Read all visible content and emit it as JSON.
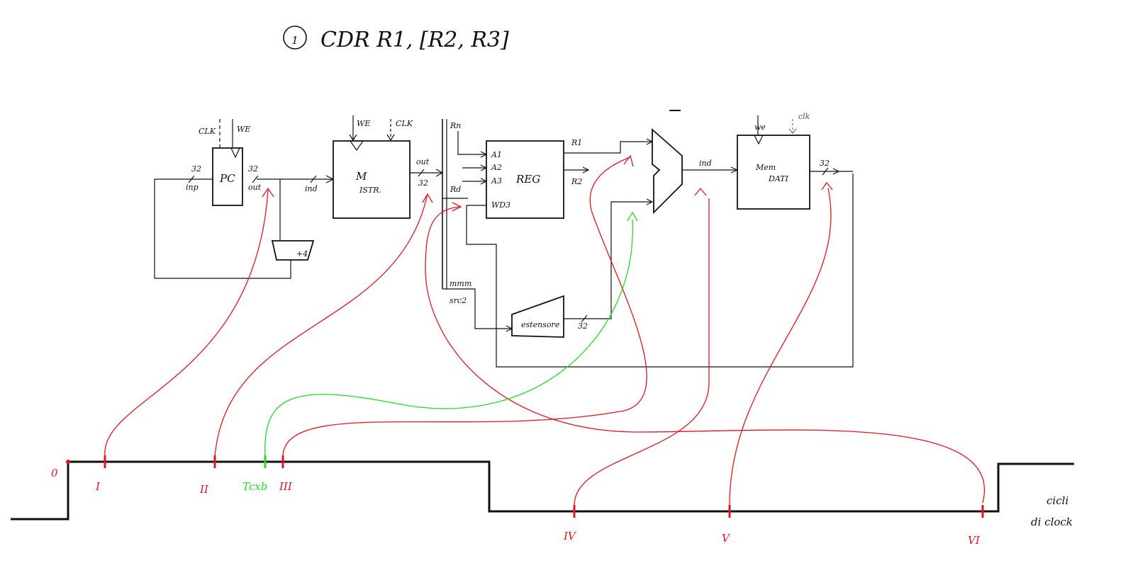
{
  "title": "CDR R1, [R2, R3]",
  "title_number": "1",
  "colors": {
    "ink": "#111111",
    "red": "#e8141b",
    "green": "#22dd22",
    "gray": "#777777"
  },
  "pc": {
    "label": "PC",
    "clk": "CLK",
    "we": "WE",
    "in_width": "32",
    "in_label": "inp",
    "out_width": "32",
    "out_label": "out"
  },
  "adder": {
    "label": "+4"
  },
  "imem": {
    "label": "M",
    "sublabel": "ISTR.",
    "we": "WE",
    "clk": "CLK",
    "ind": "ind",
    "out": "out",
    "out_width": "32"
  },
  "bus": {
    "rn": "Rn",
    "rd": "Rd",
    "src2": "src2",
    "mmm": "mmm"
  },
  "reg": {
    "label": "REG",
    "a1": "A1",
    "a2": "A2",
    "a3": "A3",
    "wd3": "WD3",
    "r1": "R1",
    "r2": "R2"
  },
  "extender": {
    "label": "estensore",
    "out_width": "32"
  },
  "mux": {
    "label": "ind"
  },
  "dmem": {
    "label": "Mem",
    "sublabel": "DATI",
    "we": "we",
    "clk": "clk",
    "out_width": "32"
  },
  "timeline": {
    "origin": "0",
    "marks": [
      "I",
      "II",
      "III",
      "IV",
      "V",
      "VI"
    ],
    "green_mark": "Tcxb",
    "axis_label_1": "cicli",
    "axis_label_2": "di clock"
  }
}
